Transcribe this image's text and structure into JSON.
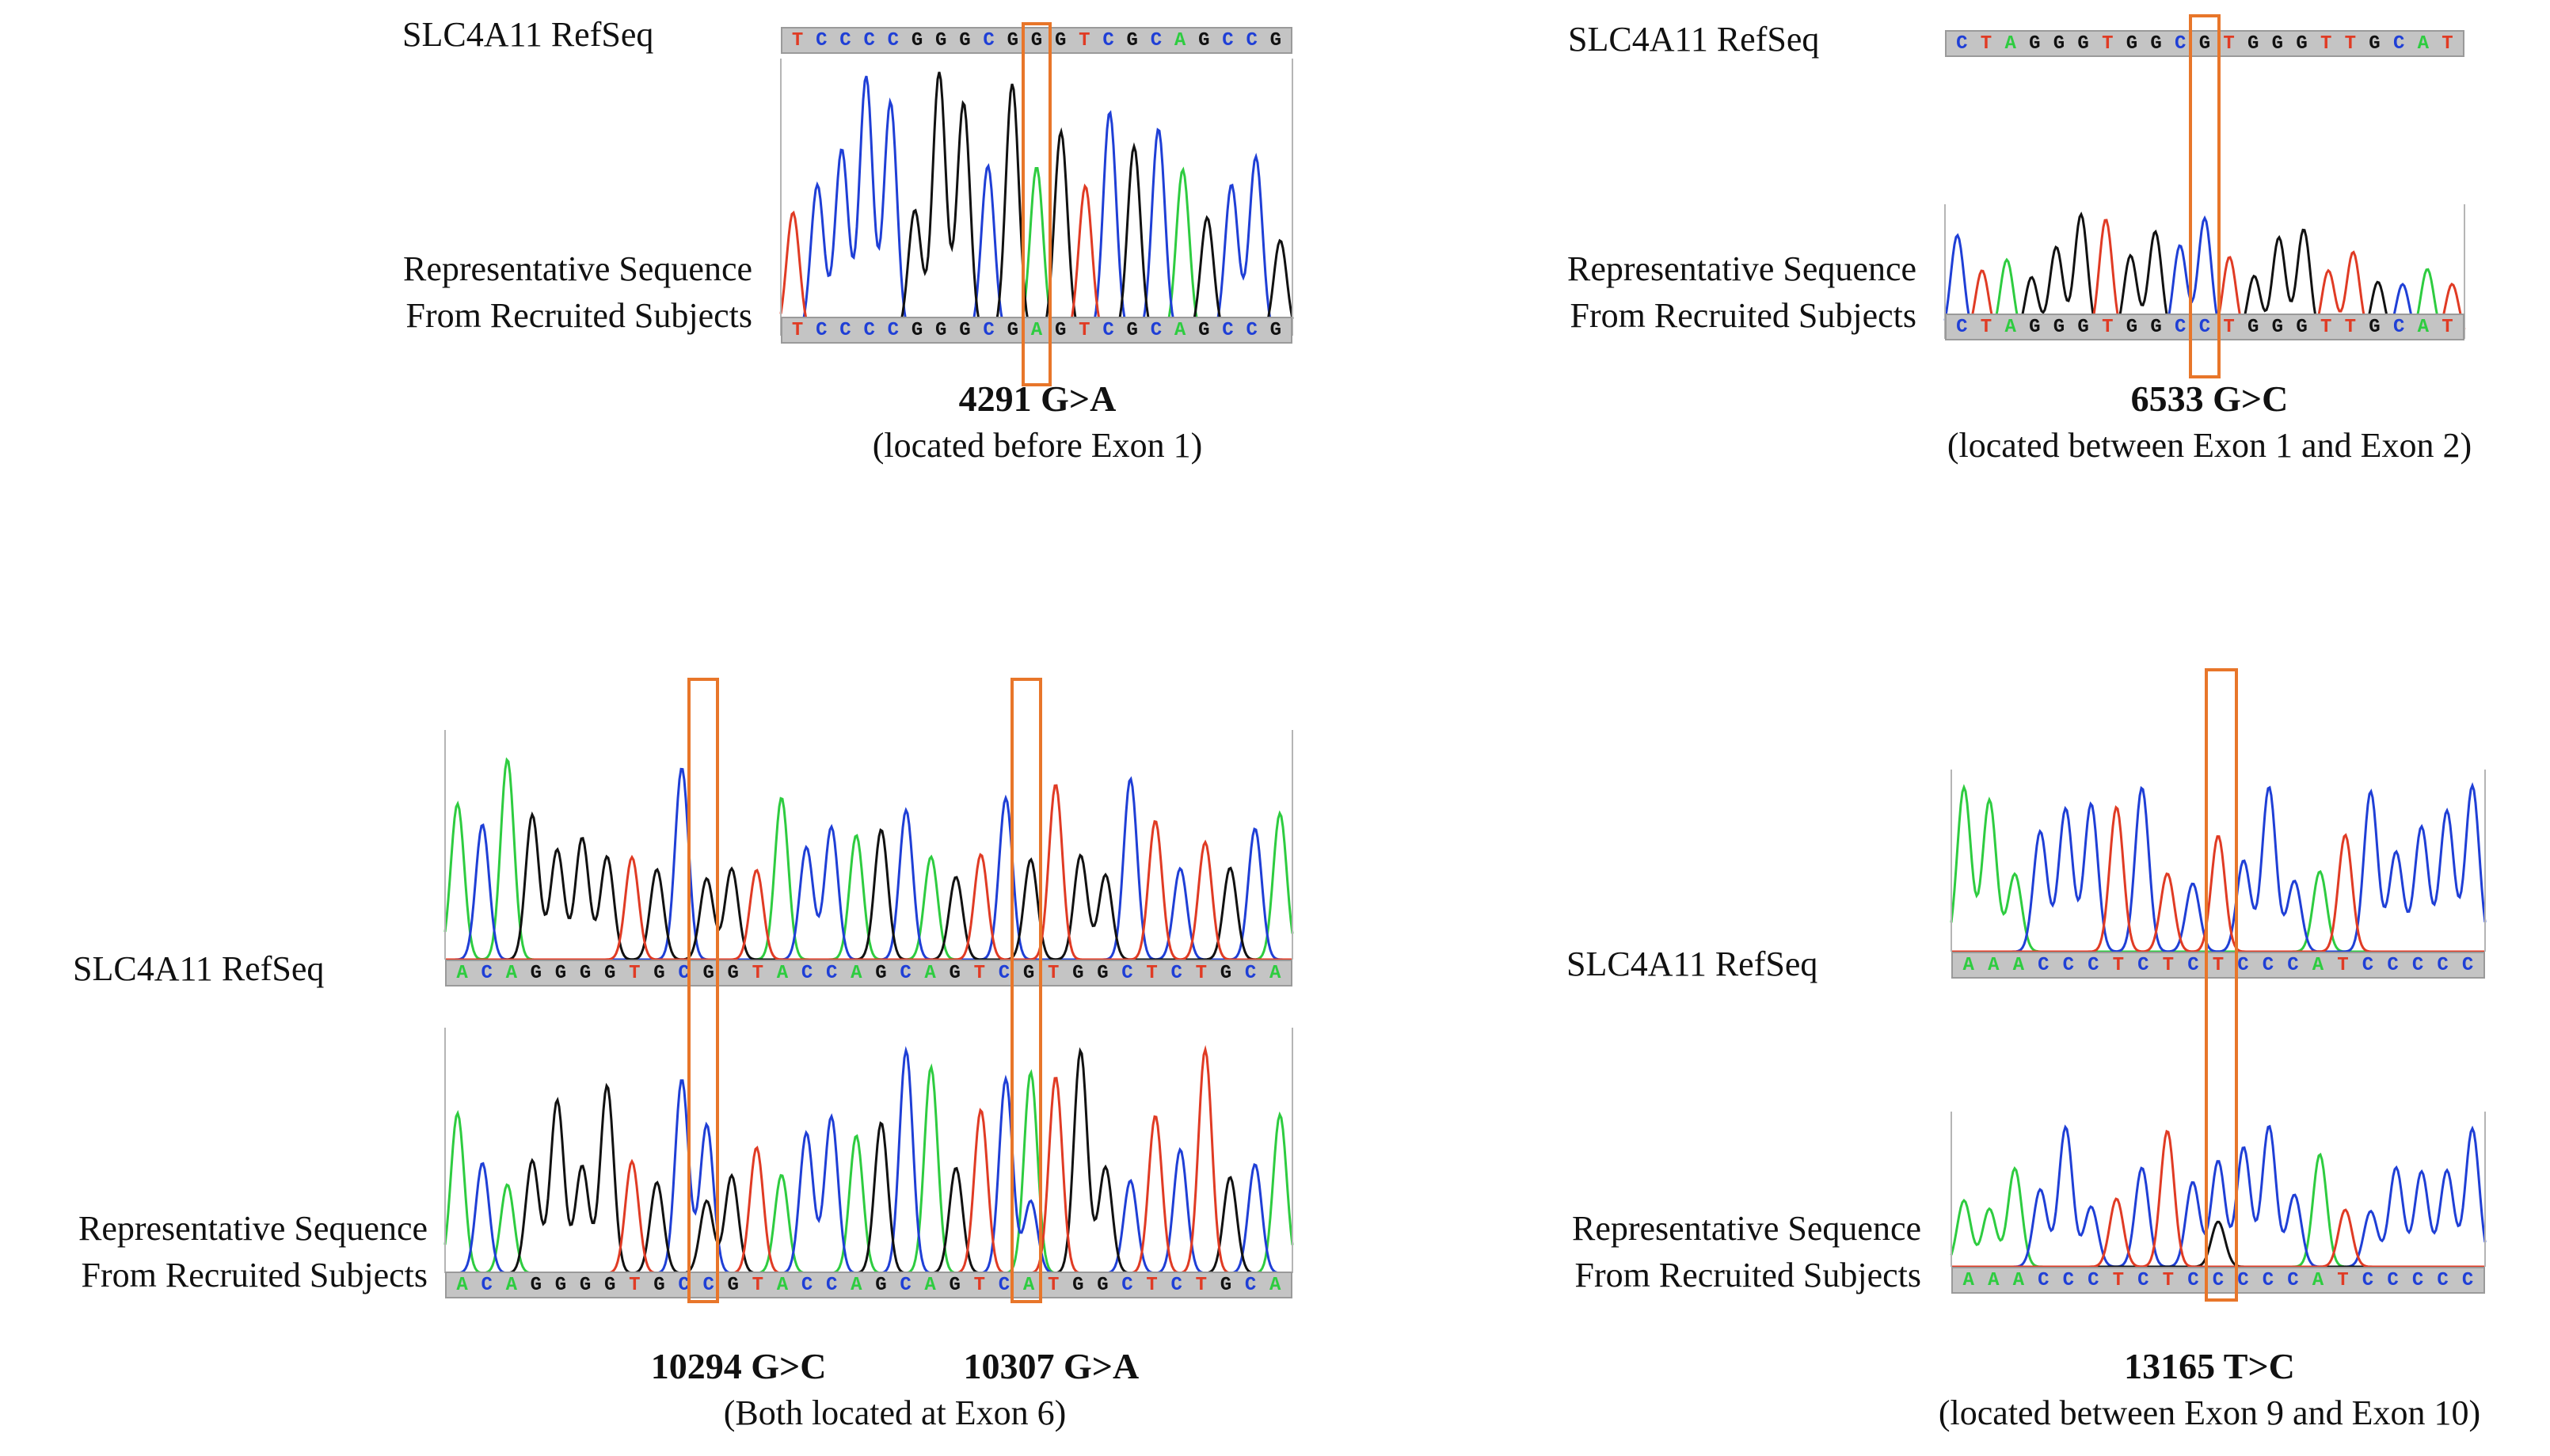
{
  "labels": {
    "refseq": "SLC4A11 RefSeq",
    "rep_line1": "Representative Sequence",
    "rep_line2": "From Recruited Subjects"
  },
  "colors": {
    "A": "#2ecc40",
    "C": "#1f3fd6",
    "G": "#111111",
    "T": "#e03b24",
    "highlight": "#e8762a"
  },
  "panels": [
    {
      "variant": "4291 G>A",
      "location": "(located before Exon 1)",
      "ref_seq": "TCCCCGGGCGGGTCGCAGCCG",
      "sample_seq": "TCCCCGGGCGAGTCGCAGCCG",
      "highlight_index": [
        10
      ]
    },
    {
      "variant": "6533 G>C",
      "location": "(located between Exon 1 and Exon 2)",
      "ref_seq": "CTAGGGTGGCGTGGGTTGCAT",
      "sample_seq": "CTAGGGTGGCCTGGGTTGCAT",
      "highlight_index": [
        10
      ]
    },
    {
      "variant": "10294 G>C",
      "variant2": "10307 G>A",
      "location": "(Both located at Exon 6)",
      "ref_seq": "ACAGGGGTGCGGTACCAGCAGTCGTGGCTCTGCA",
      "sample_seq": "ACAGGGGTGCCGTACCAGCAGTCATGGCTCTGCA",
      "highlight_index": [
        10,
        23
      ]
    },
    {
      "variant": "13165 T>C",
      "location": "(located between Exon 9 and Exon 10)",
      "ref_seq": "AAACCCTCTCTCCCATCCCCC",
      "sample_seq": "AAACCCTCTCCCCCATCCCCC",
      "highlight_index": [
        10
      ]
    }
  ]
}
